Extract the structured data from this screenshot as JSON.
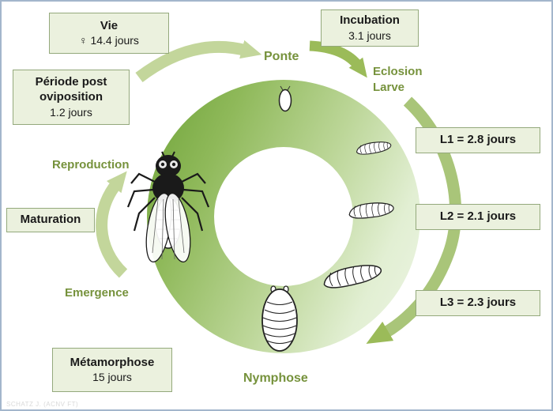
{
  "stages": {
    "ponte": "Ponte",
    "eclosion": "Eclosion",
    "larve": "Larve",
    "reproduction": "Reproduction",
    "emergence": "Emergence",
    "nymphose": "Nymphose"
  },
  "boxes": {
    "vie": {
      "title": "Vie",
      "value": "♀  14.4 jours"
    },
    "incubation": {
      "title": "Incubation",
      "value": "3.1 jours"
    },
    "periode_post_oviposition": {
      "line1": "Période post",
      "line2": "oviposition",
      "value": "1.2 jours"
    },
    "l1": {
      "label": "L1 =  2.8 jours"
    },
    "l2": {
      "label": "L2 =  2.1 jours"
    },
    "l3": {
      "label": "L3 =  2.3 jours"
    },
    "maturation": {
      "label": "Maturation"
    },
    "metamorphose": {
      "title": "Métamorphose",
      "value": "15 jours"
    }
  },
  "illustrations": {
    "egg": "egg-icon",
    "adult_fly": "adult-fly-icon",
    "larva_l1": "larva-l1-icon",
    "larva_l2": "larva-l2-icon",
    "larva_l3": "larva-l3-icon",
    "pupa": "pupa-icon"
  },
  "colors": {
    "stage_label": "#76923c",
    "box_fill": "#ebf1de",
    "box_border": "#94a97c",
    "arrow_light": "#c3d69b",
    "arrow_medium": "#9bbb59",
    "ring_dark": "#74a73e",
    "ring_light": "#edf5e5"
  },
  "watermark": "SCHATZ J. (ACNV FT)"
}
